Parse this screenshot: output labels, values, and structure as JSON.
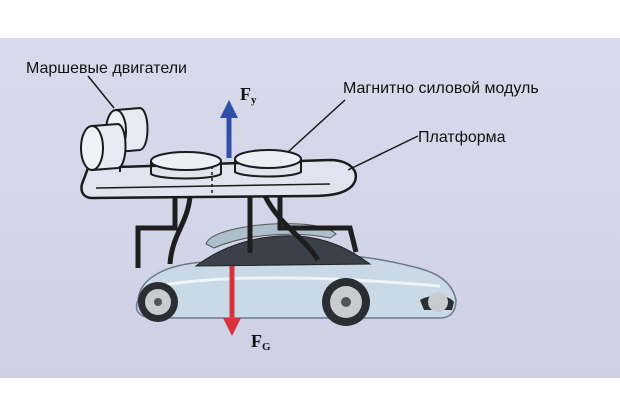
{
  "labels": {
    "engines": "Маршевые двигатели",
    "magnetic_module": "Магнитно силовой модуль",
    "platform": "Платформа"
  },
  "forces": {
    "lift": {
      "symbol": "F",
      "subscript": "y"
    },
    "gravity": {
      "symbol": "F",
      "subscript": "G"
    }
  },
  "colors": {
    "lift_arrow": "#2e4fa8",
    "gravity_arrow": "#d8323c",
    "car_body": "#c9d9e6",
    "frame": "#1e1e1e"
  },
  "icons": [
    "arrow-up-icon",
    "arrow-down-icon"
  ]
}
